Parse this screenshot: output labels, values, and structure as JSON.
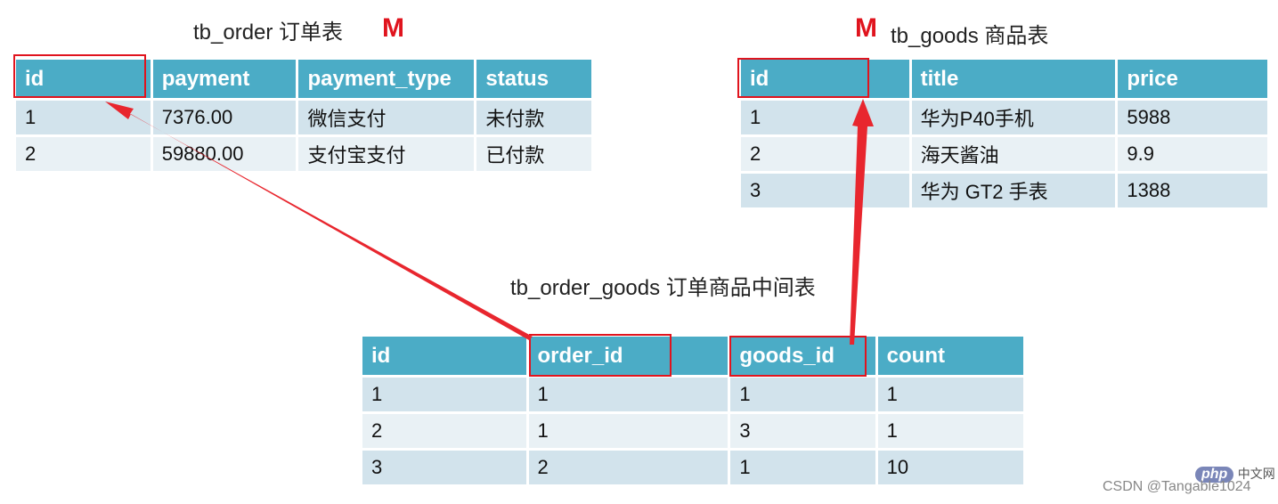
{
  "order_table": {
    "name": "tb_order 订单表",
    "multiplicity": "M",
    "columns": [
      "id",
      "payment",
      "payment_type",
      "status"
    ],
    "rows": [
      [
        "1",
        "7376.00",
        "微信支付",
        "未付款"
      ],
      [
        "2",
        "59880.00",
        "支付宝支付",
        "已付款"
      ]
    ]
  },
  "goods_table": {
    "name": "tb_goods 商品表",
    "multiplicity": "M",
    "columns": [
      "id",
      "title",
      "price"
    ],
    "rows": [
      [
        "1",
        "华为P40手机",
        "5988"
      ],
      [
        "2",
        "海天酱油",
        "9.9"
      ],
      [
        "3",
        "华为 GT2 手表",
        "1388"
      ]
    ]
  },
  "order_goods_table": {
    "name": "tb_order_goods 订单商品中间表",
    "columns": [
      "id",
      "order_id",
      "goods_id",
      "count"
    ],
    "rows": [
      [
        "1",
        "1",
        "1",
        "1"
      ],
      [
        "2",
        "1",
        "3",
        "1"
      ],
      [
        "3",
        "2",
        "1",
        "10"
      ]
    ]
  },
  "colors": {
    "header": "#4bacc6",
    "row_odd": "#d2e3ec",
    "row_even": "#e9f1f5",
    "highlight": "#e0141e"
  },
  "watermark": {
    "logo": "php",
    "site": "中文网",
    "credit": "CSDN @Tangable1024"
  }
}
